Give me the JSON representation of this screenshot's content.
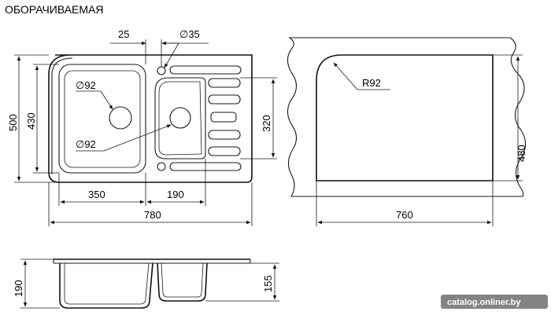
{
  "title": "ОБОРАЧИВАЕМАЯ",
  "top_view": {
    "dim_offset": "25",
    "dim_hole": "∅35",
    "dim_drain_left": "∅92",
    "dim_drain_right": "∅92",
    "dim_total_height": "500",
    "dim_bowl_height": "430",
    "dim_small_height": "320",
    "dim_bowl_width": "350",
    "dim_small_width": "190",
    "dim_total_width": "780"
  },
  "cutout_view": {
    "dim_radius": "R92",
    "dim_height": "480",
    "dim_width": "760"
  },
  "side_view": {
    "dim_depth_main": "190",
    "dim_depth_small": "155"
  },
  "watermark": "catalog.onliner.by"
}
